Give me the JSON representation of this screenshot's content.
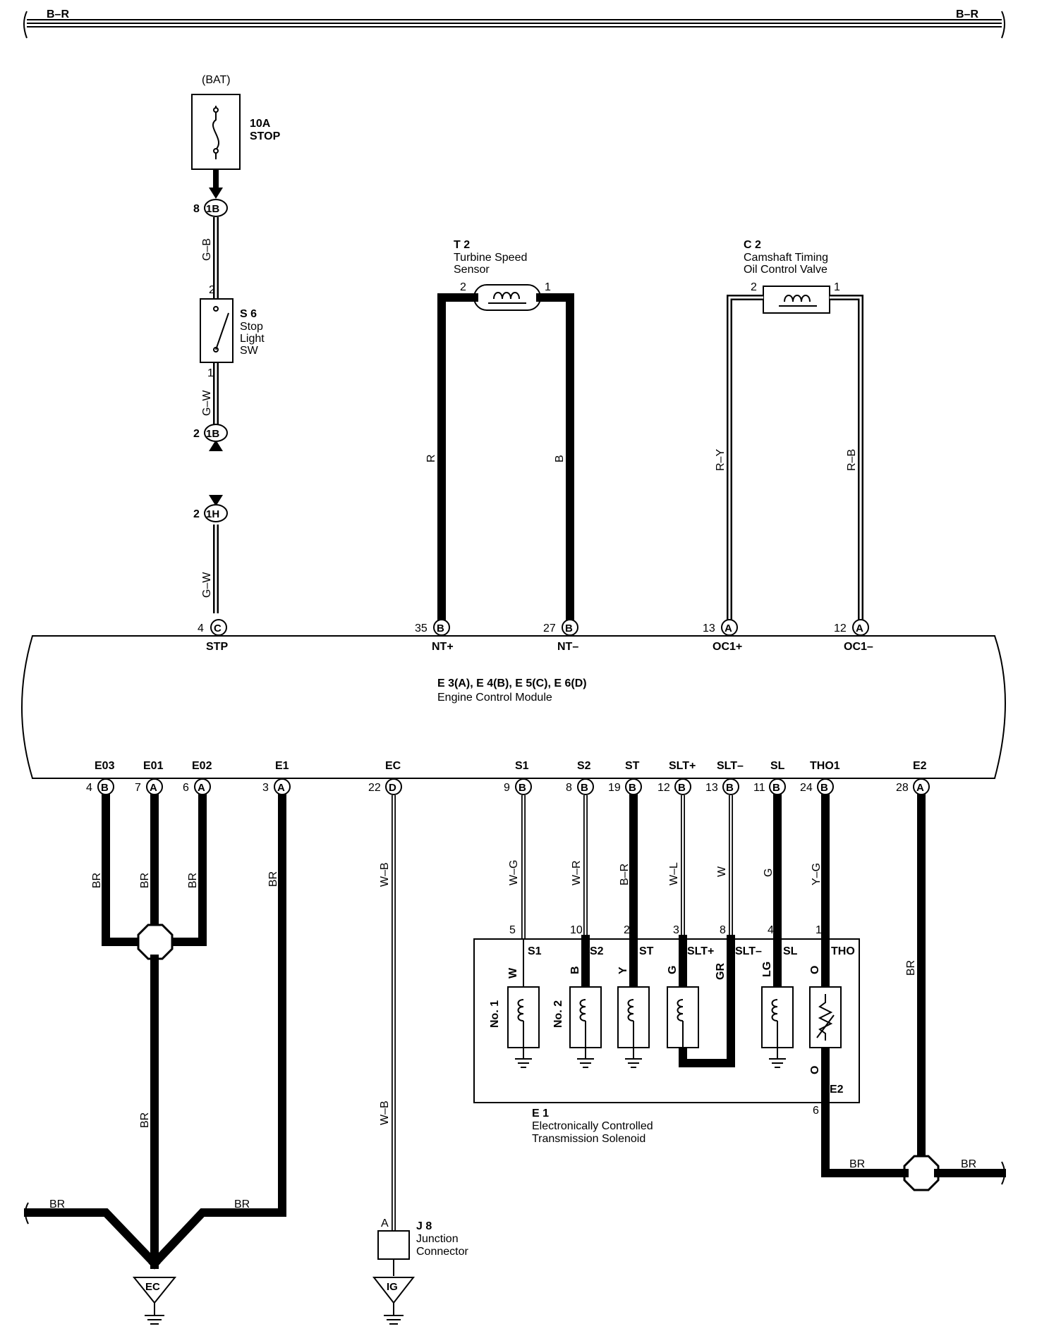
{
  "top_bus": {
    "left_label": "B–R",
    "right_label": "B–R"
  },
  "fuse": {
    "source": "(BAT)",
    "rating": "10A",
    "name": "STOP"
  },
  "stop_light_switch": {
    "code": "S 6",
    "name_lines": [
      "Stop",
      "Light",
      "SW"
    ],
    "pin_top": "2",
    "pin_bottom": "1"
  },
  "connectors_stop_circuit": [
    {
      "pin": "8",
      "connector": "1B"
    },
    {
      "pin": "2",
      "connector": "1B"
    },
    {
      "pin": "2",
      "connector": "1H"
    }
  ],
  "stop_wire_colors": [
    "G–B",
    "G–W",
    "G–W"
  ],
  "turbine_sensor": {
    "code": "T 2",
    "name_lines": [
      "Turbine Speed",
      "Sensor"
    ],
    "pin_left": "2",
    "pin_right": "1",
    "wire_left": "R",
    "wire_right": "B"
  },
  "ocv": {
    "code": "C 2",
    "name_lines": [
      "Camshaft Timing",
      "Oil Control Valve"
    ],
    "pin_left": "2",
    "pin_right": "1",
    "wire_left": "R–Y",
    "wire_right": "R–B"
  },
  "ecm": {
    "code": "E 3(A), E 4(B), E 5(C), E 6(D)",
    "name": "Engine Control Module",
    "top_terminals": [
      {
        "pin": "4",
        "conn": "C",
        "label": "STP"
      },
      {
        "pin": "35",
        "conn": "B",
        "label": "NT+"
      },
      {
        "pin": "27",
        "conn": "B",
        "label": "NT–"
      },
      {
        "pin": "13",
        "conn": "A",
        "label": "OC1+"
      },
      {
        "pin": "12",
        "conn": "A",
        "label": "OC1–"
      }
    ],
    "bottom_terminals": [
      {
        "pin": "4",
        "conn": "B",
        "label": "E03",
        "wire": "BR"
      },
      {
        "pin": "7",
        "conn": "A",
        "label": "E01",
        "wire": "BR"
      },
      {
        "pin": "6",
        "conn": "A",
        "label": "E02",
        "wire": "BR"
      },
      {
        "pin": "3",
        "conn": "A",
        "label": "E1",
        "wire": "BR"
      },
      {
        "pin": "22",
        "conn": "D",
        "label": "EC",
        "wire": "W–B"
      },
      {
        "pin": "9",
        "conn": "B",
        "label": "S1",
        "wire": "W–G"
      },
      {
        "pin": "8",
        "conn": "B",
        "label": "S2",
        "wire": "W–R"
      },
      {
        "pin": "19",
        "conn": "B",
        "label": "ST",
        "wire": "B–R"
      },
      {
        "pin": "12",
        "conn": "B",
        "label": "SLT+",
        "wire": "W–L"
      },
      {
        "pin": "13",
        "conn": "B",
        "label": "SLT–",
        "wire": "W"
      },
      {
        "pin": "11",
        "conn": "B",
        "label": "SL",
        "wire": "G"
      },
      {
        "pin": "24",
        "conn": "B",
        "label": "THO1",
        "wire": "Y–G"
      },
      {
        "pin": "28",
        "conn": "A",
        "label": "E2",
        "wire": "BR"
      }
    ]
  },
  "solenoid": {
    "code": "E 1",
    "name_lines": [
      "Electronically Controlled",
      "Transmission Solenoid"
    ],
    "pins": [
      "5",
      "10",
      "2",
      "3",
      "8",
      "4",
      "1"
    ],
    "terminals": [
      "S1",
      "S2",
      "ST",
      "SLT+",
      "SLT–",
      "SL",
      "THO"
    ],
    "inner_wires": [
      "W",
      "B",
      "Y",
      "G",
      "GR",
      "LG",
      "O"
    ],
    "inner_labels": [
      "No. 1",
      "No. 2"
    ],
    "e2_label": "E2",
    "e2_wire": "O",
    "pin_e2": "6"
  },
  "ground_left": {
    "wire_main": "BR",
    "wire_left": "BR",
    "wire_right": "BR",
    "ground_label": "EC"
  },
  "junction": {
    "code": "J 8",
    "name_lines": [
      "Junction",
      "Connector"
    ],
    "pin": "A",
    "wire": "W–B",
    "ground_label": "IG"
  },
  "right_ground": {
    "wire_left": "BR",
    "wire_right": "BR"
  }
}
